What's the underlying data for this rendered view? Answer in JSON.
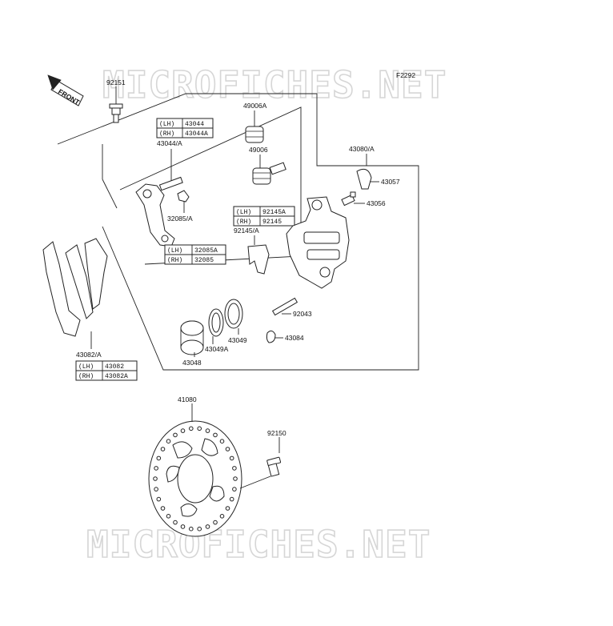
{
  "figure_code": "F2292",
  "watermark": "MICROFICHES.NET",
  "front_label": "FRONT",
  "labels": {
    "p92151": "92151",
    "p49006a": "49006A",
    "p49006": "49006",
    "p43044a": "43044/A",
    "p43080a": "43080/A",
    "p43057": "43057",
    "p43056": "43056",
    "p32085a": "32085/A",
    "p92145a": "92145/A",
    "p92043": "92043",
    "p43084": "43084",
    "p43049": "43049",
    "p43049a": "43049A",
    "p43048": "43048",
    "p43082a": "43082/A",
    "p41080": "41080",
    "p92150": "92150"
  },
  "tables": {
    "t43044": [
      {
        "side": "(LH)",
        "part": "43044"
      },
      {
        "side": "(RH)",
        "part": "43044A"
      }
    ],
    "t92145": [
      {
        "side": "(LH)",
        "part": "92145A"
      },
      {
        "side": "(RH)",
        "part": "92145"
      }
    ],
    "t32085": [
      {
        "side": "(LH)",
        "part": "32085A"
      },
      {
        "side": "(RH)",
        "part": "32085"
      }
    ],
    "t43082": [
      {
        "side": "(LH)",
        "part": "43082"
      },
      {
        "side": "(RH)",
        "part": "43082A"
      }
    ]
  }
}
